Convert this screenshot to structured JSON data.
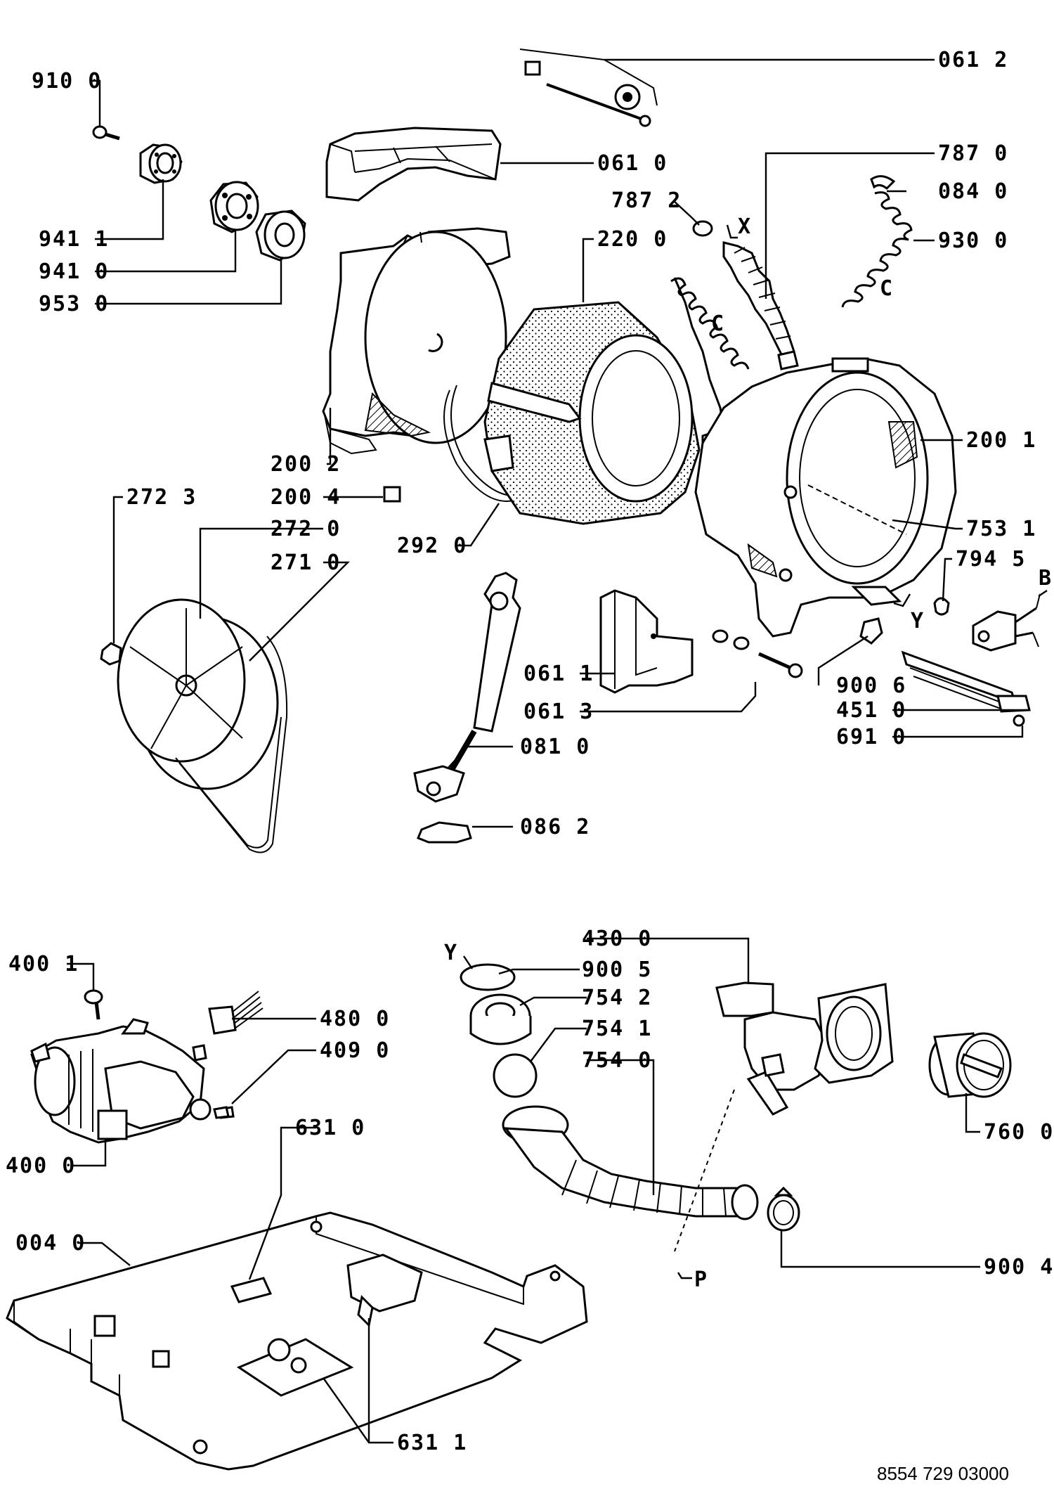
{
  "diagram": {
    "reference_number": "8554 729 03000",
    "letters": {
      "x": "X",
      "c1": "C",
      "c2": "C",
      "y1": "Y",
      "y2": "Y",
      "b": "B",
      "p": "P"
    },
    "labels": {
      "l0612": "061 2",
      "l9100": "910 0",
      "l0610": "061 0",
      "l7870": "787 0",
      "l7872": "787 2",
      "l0840": "084 0",
      "l9411": "941 1",
      "l2200": "220 0",
      "l9300": "930 0",
      "l9410": "941 0",
      "l9530": "953 0",
      "l2001": "200 1",
      "l2002": "200 2",
      "l2723": "272 3",
      "l2004": "200 4",
      "l2720": "272 0",
      "l2920": "292 0",
      "l7531": "753 1",
      "l2710": "271 0",
      "l7945": "794 5",
      "l9006": "900 6",
      "l0611": "061 1",
      "l4510": "451 0",
      "l0613": "061 3",
      "l6910": "691 0",
      "l0810": "081 0",
      "l0862": "086 2",
      "l4300": "430 0",
      "l9005": "900 5",
      "l4001": "400 1",
      "l7542": "754 2",
      "l4800": "480 0",
      "l7541": "754 1",
      "l4090": "409 0",
      "l7540": "754 0",
      "l7600": "760 0",
      "l6310": "631 0",
      "l4000": "400 0",
      "l0040": "004 0",
      "l9004": "900 4",
      "l6311": "631 1"
    }
  }
}
